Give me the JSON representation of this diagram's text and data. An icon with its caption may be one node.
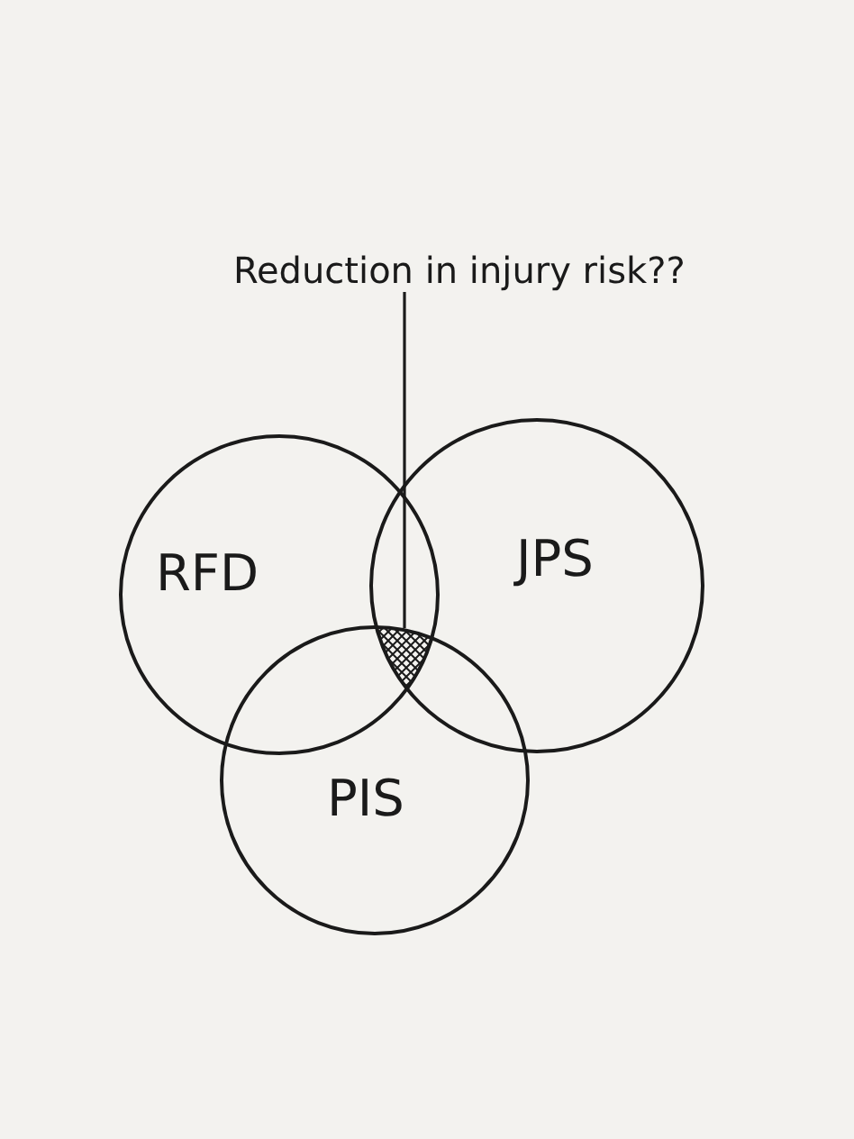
{
  "diagram": {
    "nodes": [
      {
        "text": [
          "Reduction in injury risk??"
        ]
      },
      {
        "text": [
          "RFD"
        ]
      },
      {
        "text": [
          "JPS"
        ]
      },
      {
        "text": [
          "PIS"
        ]
      },
      {
        "text": [],
        "shape": "region"
      }
    ],
    "edges": [
      {
        "from": 0,
        "to": 4,
        "arrow": "none"
      }
    ]
  }
}
